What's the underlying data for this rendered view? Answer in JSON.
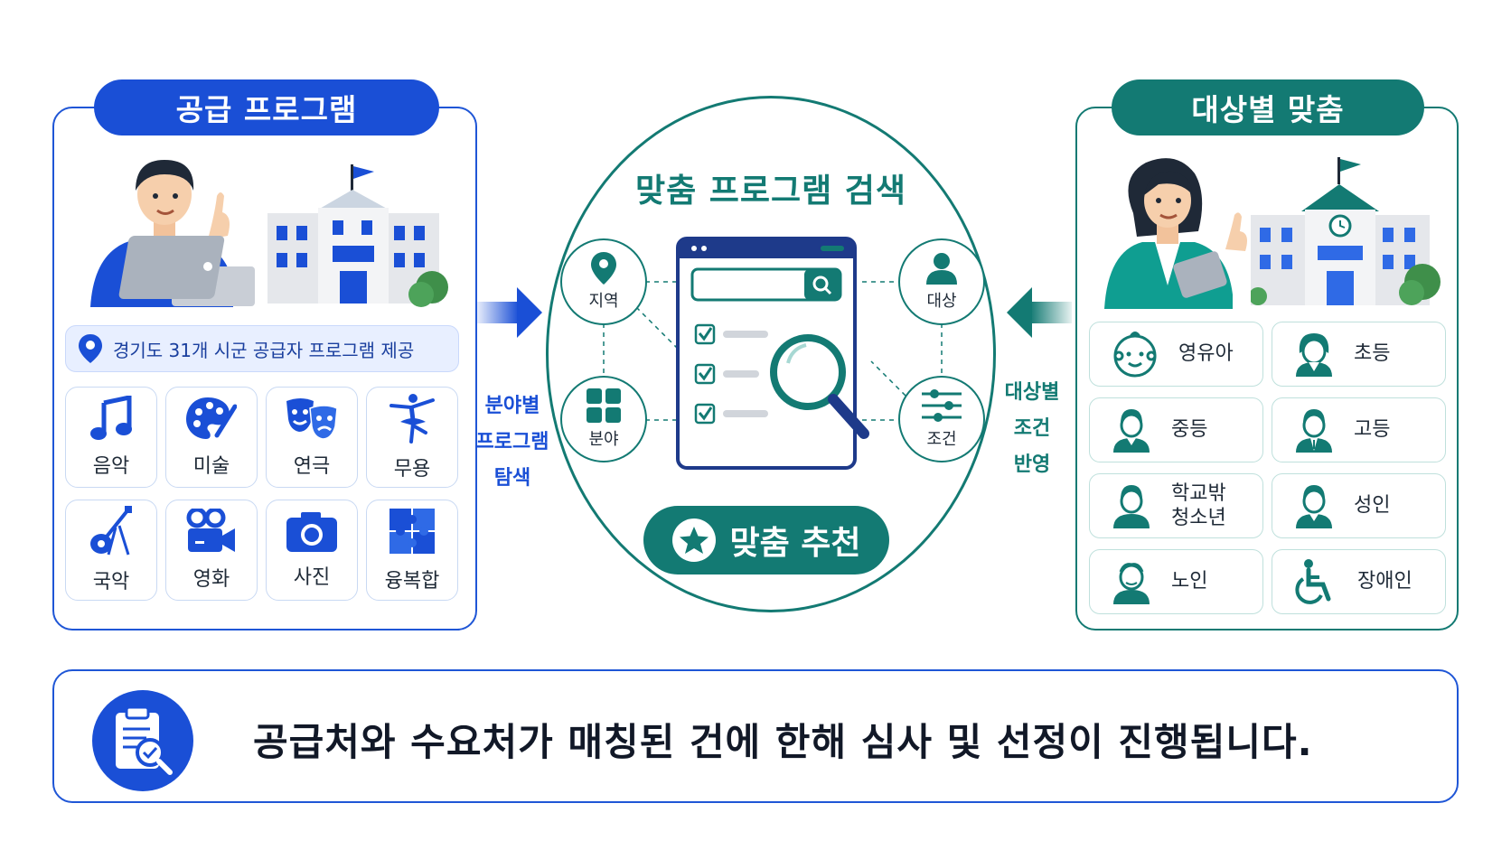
{
  "left_panel": {
    "title": "공급 프로그램",
    "provider_note": "경기도 31개 시군 공급자 프로그램 제공",
    "fields": [
      {
        "label": "음악",
        "icon": "music-note-icon"
      },
      {
        "label": "미술",
        "icon": "palette-icon"
      },
      {
        "label": "연극",
        "icon": "theater-masks-icon"
      },
      {
        "label": "무용",
        "icon": "dancer-icon"
      },
      {
        "label": "국악",
        "icon": "gayageum-icon"
      },
      {
        "label": "영화",
        "icon": "movie-camera-icon"
      },
      {
        "label": "사진",
        "icon": "camera-icon"
      },
      {
        "label": "융복합",
        "icon": "puzzle-icon"
      }
    ]
  },
  "center": {
    "title": "맞춤 프로그램 검색",
    "nodes": {
      "region": "지역",
      "target": "대상",
      "field": "분야",
      "condition": "조건"
    },
    "recommend_label": "맞춤 추천",
    "left_caption": [
      "분야별",
      "프로그램",
      "탐색"
    ],
    "right_caption": [
      "대상별",
      "조건",
      "반영"
    ]
  },
  "right_panel": {
    "title": "대상별 맞춤",
    "targets": [
      {
        "label": "영유아",
        "icon": "baby-icon"
      },
      {
        "label": "초등",
        "icon": "elementary-student-icon"
      },
      {
        "label": "중등",
        "icon": "middle-student-icon"
      },
      {
        "label": "고등",
        "icon": "high-student-icon"
      },
      {
        "label": "학교밖\n청소년",
        "icon": "out-of-school-youth-icon"
      },
      {
        "label": "성인",
        "icon": "adult-icon"
      },
      {
        "label": "노인",
        "icon": "senior-icon"
      },
      {
        "label": "장애인",
        "icon": "wheelchair-icon"
      }
    ]
  },
  "bottom": {
    "message": "공급처와 수요처가 매칭된 건에 한해 심사 및 선정이 진행됩니다."
  },
  "colors": {
    "blue": "#1a4fd6",
    "teal": "#137a73"
  }
}
